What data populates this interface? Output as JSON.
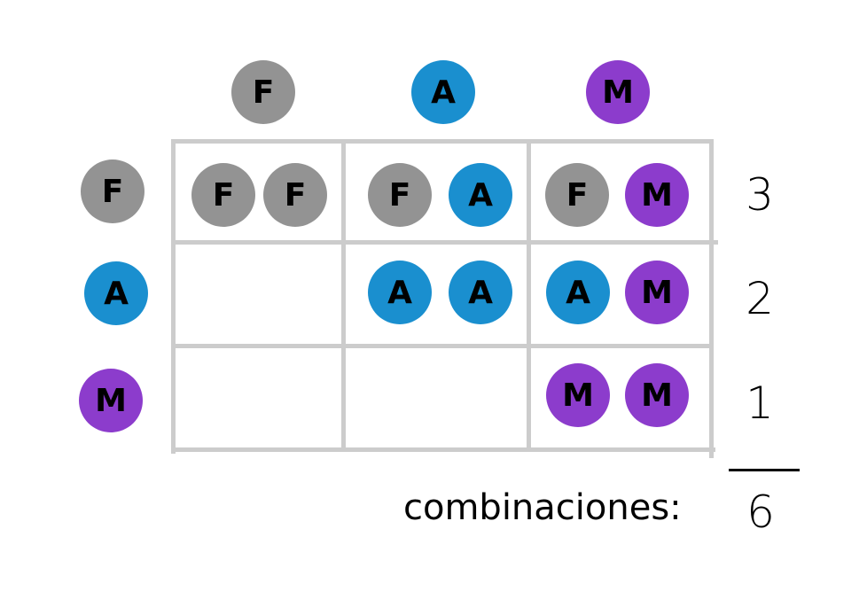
{
  "column_headers": [
    "F",
    "A",
    "M"
  ],
  "row_headers": [
    "F",
    "A",
    "M"
  ],
  "cells": [
    [
      [
        "F",
        "F"
      ],
      [
        "F",
        "A"
      ],
      [
        "F",
        "M"
      ]
    ],
    [
      [],
      [
        "A",
        "A"
      ],
      [
        "A",
        "M"
      ]
    ],
    [
      [],
      [],
      [
        "M",
        "M"
      ]
    ]
  ],
  "row_counts": [
    "3",
    "2",
    "1"
  ],
  "total_label": "combinaciones:",
  "total": "6",
  "colors": {
    "F": "#939393",
    "A": "#1a8fcf",
    "M": "#8c3ccc",
    "grid": "#cccccc"
  }
}
